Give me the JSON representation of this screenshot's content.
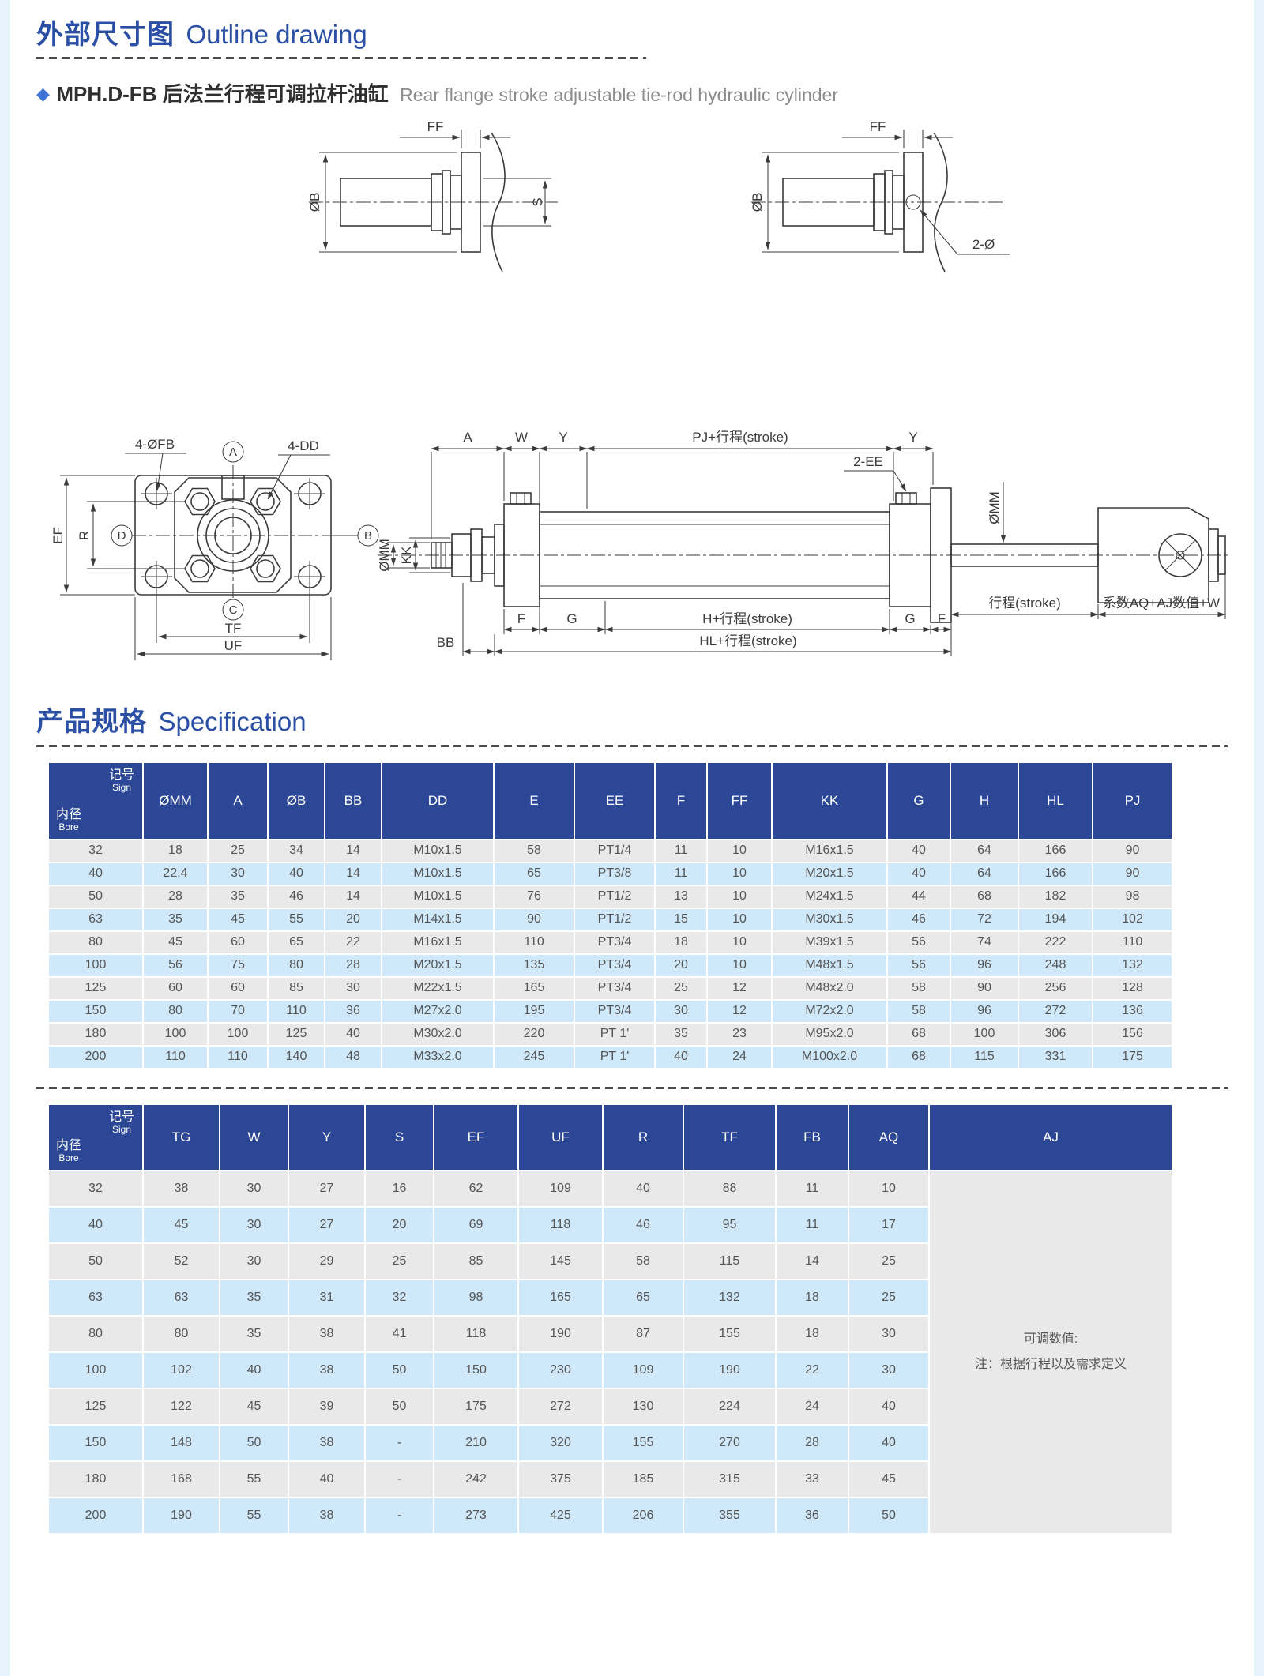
{
  "page": {
    "outline_section": {
      "title_zh": "外部尺寸图",
      "title_en": "Outline drawing"
    },
    "product": {
      "bullet": "◆",
      "model_zh": "MPH.D-FB 后法兰行程可调拉杆油缸",
      "name_en": "Rear flange stroke adjustable tie-rod hydraulic cylinder"
    },
    "spec_section": {
      "title_zh": "产品规格",
      "title_en": "Specification"
    }
  },
  "drawing": {
    "d1_ff": "FF",
    "d1_ob": "ØB",
    "d1_s": "S",
    "d2_ff": "FF",
    "d2_ob": "ØB",
    "d2_hole": "2-Ø",
    "fv_fb": "4-ØFB",
    "fv_dd": "4-DD",
    "fv_a": "A",
    "fv_b": "B",
    "fv_c": "C",
    "fv_d": "D",
    "fv_ef": "EF",
    "fv_r": "R",
    "fv_tf": "TF",
    "fv_uf": "UF",
    "sv_a": "A",
    "sv_w": "W",
    "sv_y1": "Y",
    "sv_pj": "PJ+行程(stroke)",
    "sv_y2": "Y",
    "sv_ee": "2-EE",
    "sv_omm1": "ØMM",
    "sv_kk": "KK",
    "sv_omm2": "ØMM",
    "sv_f1": "F",
    "sv_g1": "G",
    "sv_h": "H+行程(stroke)",
    "sv_g2": "G",
    "sv_f2": "F",
    "sv_bb": "BB",
    "sv_hl": "HL+行程(stroke)",
    "sv_stroke": "行程(stroke)",
    "sv_coef": "系数AQ+AJ数值+W"
  },
  "table_corner": {
    "sign_zh": "记号",
    "sign_en": "Sign",
    "bore_zh": "内径",
    "bore_en": "Bore"
  },
  "table1": {
    "columns": [
      "ØMM",
      "A",
      "ØB",
      "BB",
      "DD",
      "E",
      "EE",
      "F",
      "FF",
      "KK",
      "G",
      "H",
      "HL",
      "PJ"
    ],
    "rows": [
      [
        "32",
        "18",
        "25",
        "34",
        "14",
        "M10x1.5",
        "58",
        "PT1/4",
        "11",
        "10",
        "M16x1.5",
        "40",
        "64",
        "166",
        "90"
      ],
      [
        "40",
        "22.4",
        "30",
        "40",
        "14",
        "M10x1.5",
        "65",
        "PT3/8",
        "11",
        "10",
        "M20x1.5",
        "40",
        "64",
        "166",
        "90"
      ],
      [
        "50",
        "28",
        "35",
        "46",
        "14",
        "M10x1.5",
        "76",
        "PT1/2",
        "13",
        "10",
        "M24x1.5",
        "44",
        "68",
        "182",
        "98"
      ],
      [
        "63",
        "35",
        "45",
        "55",
        "20",
        "M14x1.5",
        "90",
        "PT1/2",
        "15",
        "10",
        "M30x1.5",
        "46",
        "72",
        "194",
        "102"
      ],
      [
        "80",
        "45",
        "60",
        "65",
        "22",
        "M16x1.5",
        "110",
        "PT3/4",
        "18",
        "10",
        "M39x1.5",
        "56",
        "74",
        "222",
        "110"
      ],
      [
        "100",
        "56",
        "75",
        "80",
        "28",
        "M20x1.5",
        "135",
        "PT3/4",
        "20",
        "10",
        "M48x1.5",
        "56",
        "96",
        "248",
        "132"
      ],
      [
        "125",
        "60",
        "60",
        "85",
        "30",
        "M22x1.5",
        "165",
        "PT3/4",
        "25",
        "12",
        "M48x2.0",
        "58",
        "90",
        "256",
        "128"
      ],
      [
        "150",
        "80",
        "70",
        "110",
        "36",
        "M27x2.0",
        "195",
        "PT3/4",
        "30",
        "12",
        "M72x2.0",
        "58",
        "96",
        "272",
        "136"
      ],
      [
        "180",
        "100",
        "100",
        "125",
        "40",
        "M30x2.0",
        "220",
        "PT 1'",
        "35",
        "23",
        "M95x2.0",
        "68",
        "100",
        "306",
        "156"
      ],
      [
        "200",
        "110",
        "110",
        "140",
        "48",
        "M33x2.0",
        "245",
        "PT 1'",
        "40",
        "24",
        "M100x2.0",
        "68",
        "115",
        "331",
        "175"
      ]
    ]
  },
  "table2": {
    "columns": [
      "TG",
      "W",
      "Y",
      "S",
      "EF",
      "UF",
      "R",
      "TF",
      "FB",
      "AQ",
      "AJ"
    ],
    "rows": [
      [
        "32",
        "38",
        "30",
        "27",
        "16",
        "62",
        "109",
        "40",
        "88",
        "11",
        "10"
      ],
      [
        "40",
        "45",
        "30",
        "27",
        "20",
        "69",
        "118",
        "46",
        "95",
        "11",
        "17"
      ],
      [
        "50",
        "52",
        "30",
        "29",
        "25",
        "85",
        "145",
        "58",
        "115",
        "14",
        "25"
      ],
      [
        "63",
        "63",
        "35",
        "31",
        "32",
        "98",
        "165",
        "65",
        "132",
        "18",
        "25"
      ],
      [
        "80",
        "80",
        "35",
        "38",
        "41",
        "118",
        "190",
        "87",
        "155",
        "18",
        "30"
      ],
      [
        "100",
        "102",
        "40",
        "38",
        "50",
        "150",
        "230",
        "109",
        "190",
        "22",
        "30"
      ],
      [
        "125",
        "122",
        "45",
        "39",
        "50",
        "175",
        "272",
        "130",
        "224",
        "24",
        "40"
      ],
      [
        "150",
        "148",
        "50",
        "38",
        "-",
        "210",
        "320",
        "155",
        "270",
        "28",
        "40"
      ],
      [
        "180",
        "168",
        "55",
        "40",
        "-",
        "242",
        "375",
        "185",
        "315",
        "33",
        "45"
      ],
      [
        "200",
        "190",
        "55",
        "38",
        "-",
        "273",
        "425",
        "206",
        "355",
        "36",
        "50"
      ]
    ],
    "aj_note": {
      "line1": "可调数值:",
      "line2": "注：根据行程以及需求定义"
    }
  },
  "colors": {
    "accent_blue": "#2b4fa4",
    "table_header_blue": "#2b4796",
    "row_gray": "#e9e9e9",
    "row_blue": "#cfe9fa",
    "bullet_blue": "#3f74d6"
  }
}
